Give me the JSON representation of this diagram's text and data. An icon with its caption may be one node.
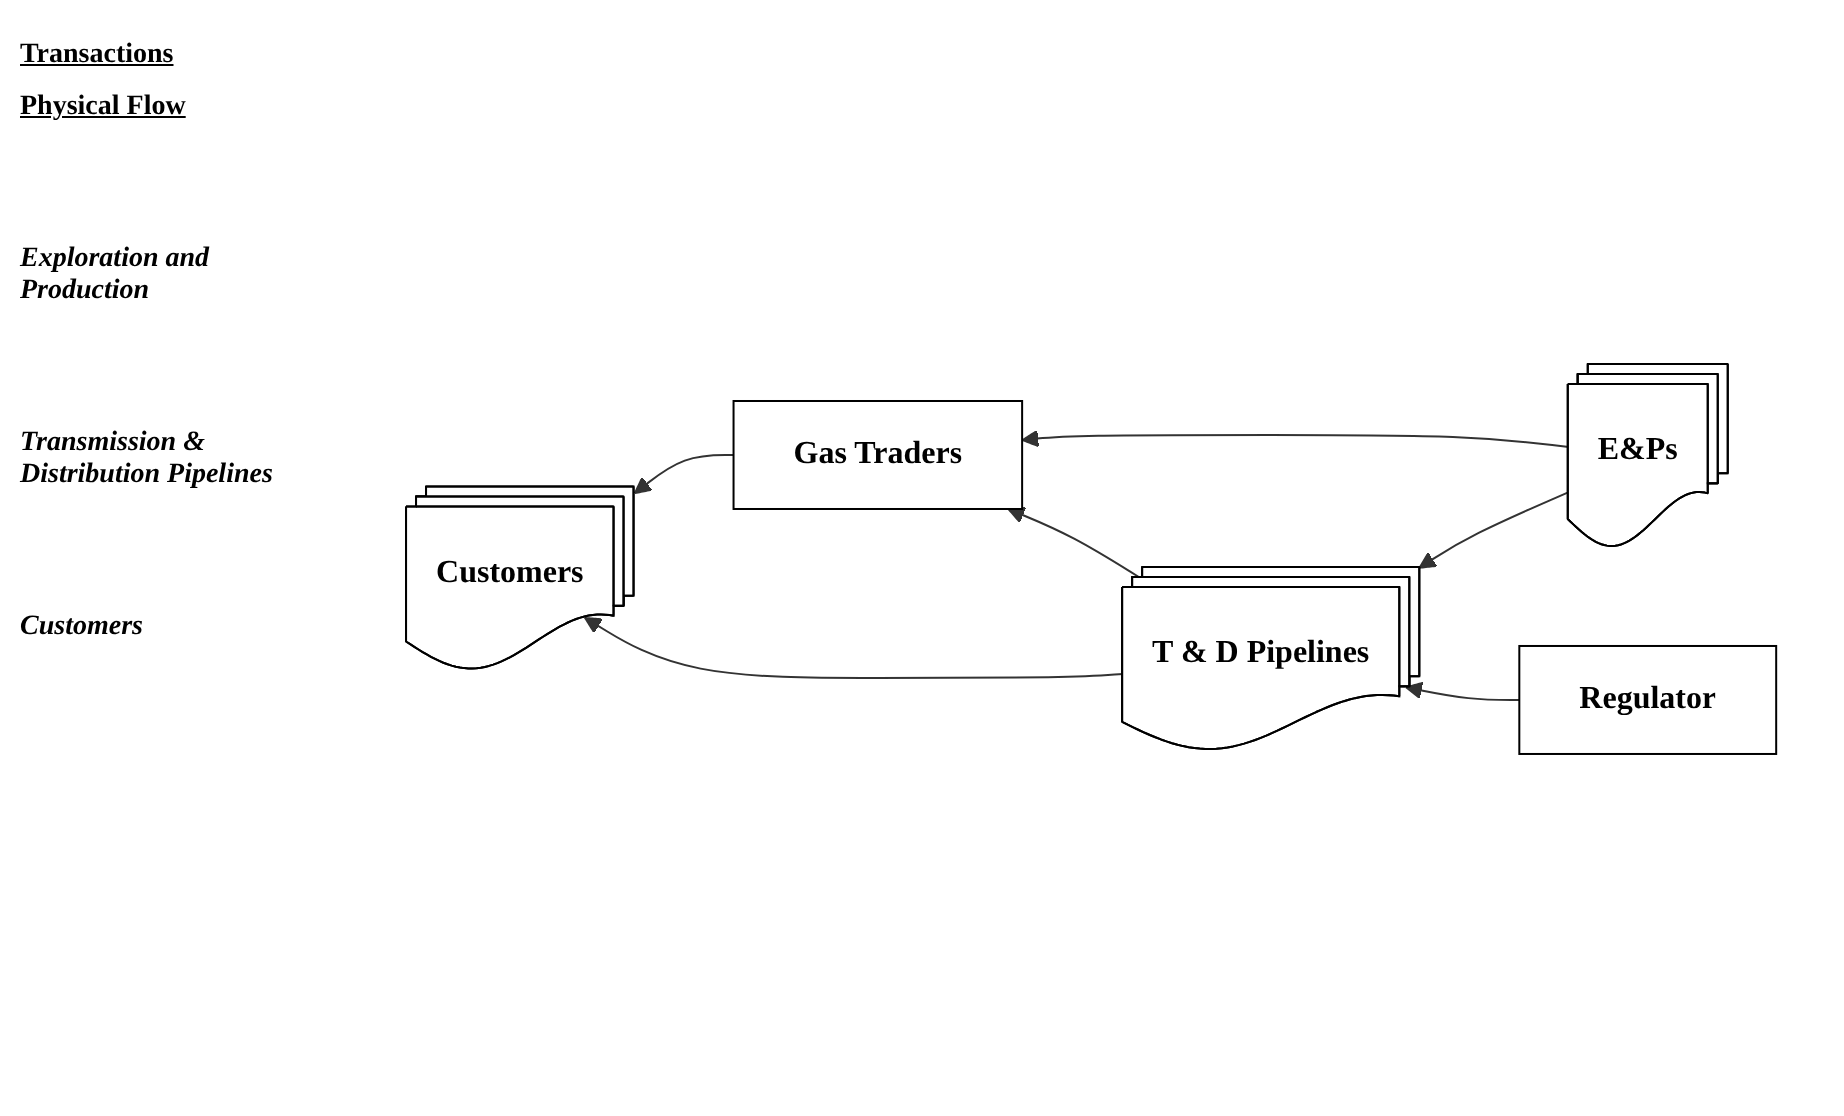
{
  "diagram": {
    "nodes": [
      {
        "text": [
          "Gas Traders"
        ]
      },
      {
        "text": [
          "E&Ps"
        ]
      },
      {
        "text": [
          "T & D Pipelines"
        ]
      },
      {
        "text": [
          "Regulator"
        ]
      },
      {
        "text": [
          "Customers"
        ]
      }
    ],
    "edges": [
      {
        "from": 1,
        "to": 0,
        "arrow": "to"
      },
      {
        "from": 1,
        "to": 2,
        "arrow": "to"
      },
      {
        "from": 2,
        "to": 0,
        "arrow": "to"
      },
      {
        "from": 3,
        "to": 2,
        "arrow": "to"
      },
      {
        "from": 2,
        "to": 4,
        "arrow": "to"
      },
      {
        "from": 0,
        "to": 4,
        "arrow": "to"
      }
    ],
    "labels": [
      "Transactions",
      "Physical Flow",
      "Exploration and Production",
      "Transmission & Distribution Pipelines",
      "Customers"
    ]
  }
}
